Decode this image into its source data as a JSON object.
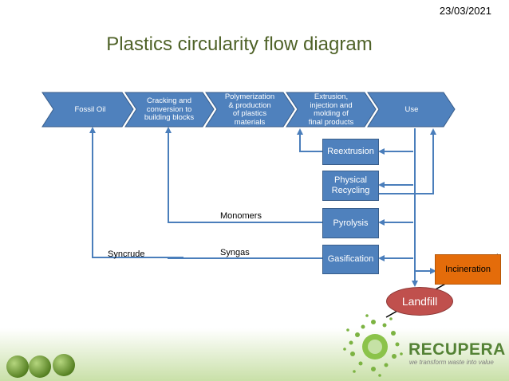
{
  "date": "23/03/2021",
  "title": "Plastics circularity flow diagram",
  "stages": [
    "Fossil Oil",
    "Cracking and\nconversion to\nbuilding blocks",
    "Polymerization\n& production\nof plastics\nmaterials",
    "Extrusion,\ninjection and\nmolding of\nfinal products",
    "Use"
  ],
  "processes": {
    "reextrusion": "Reextrusion",
    "physical_recycling": "Physical\nRecycling",
    "pyrolysis": "Pyrolysis",
    "gasification": "Gasification"
  },
  "flows": {
    "monomers": "Monomers",
    "syngas": "Syngas",
    "syncrude": "Syncrude"
  },
  "end_of_life": {
    "incineration": "Incineration",
    "landfill": "Landfill"
  },
  "logo": {
    "name": "RECUPERA",
    "tagline": "we transform waste into value"
  },
  "colors": {
    "title": "#4f6228",
    "chevron": "#4f81bd",
    "arrow": "#4a7ebb",
    "incineration": "#e46c0a",
    "landfill": "#c0504d",
    "logo": "#548235"
  }
}
